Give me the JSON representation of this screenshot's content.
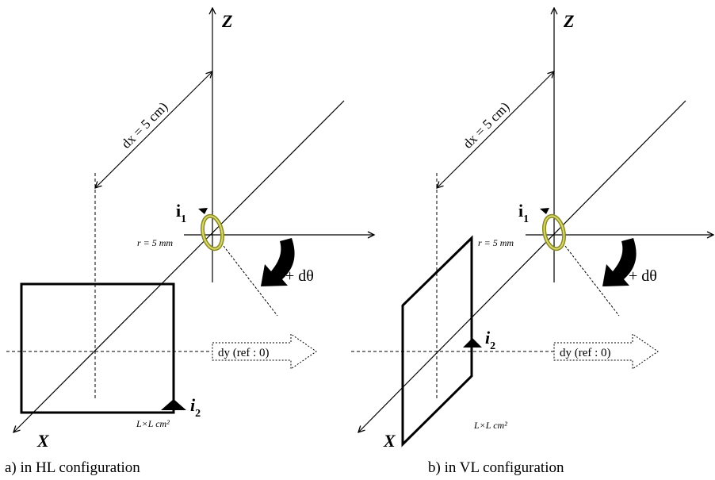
{
  "panels": [
    {
      "axis_z": "Z",
      "axis_x": "X",
      "dx_label": "dx = 5 cm)",
      "current1_main": "i",
      "current1_sub": "1",
      "radius_label": "r = 5 mm",
      "rotation_label": "+ dθ",
      "dy_label": "dy (ref : 0)",
      "current2_main": "i",
      "current2_sub": "2",
      "area_label": "L×L cm²",
      "caption": "a) in HL configuration"
    },
    {
      "axis_z": "Z",
      "axis_x": "X",
      "dx_label": "dx = 5 cm)",
      "current1_main": "i",
      "current1_sub": "1",
      "radius_label": "r = 5 mm",
      "rotation_label": "+ dθ",
      "dy_label": "dy (ref : 0)",
      "current2_main": "i",
      "current2_sub": "2",
      "area_label": "L×L cm²",
      "caption": "b) in VL configuration"
    }
  ],
  "colors": {
    "ring": "#8a8a20",
    "ring_fill": "#d8d870",
    "stroke": "#000000"
  },
  "icons": [
    "arrowhead-icon",
    "curved-arrow-icon",
    "triangle-marker-icon",
    "hollow-arrow-icon"
  ]
}
